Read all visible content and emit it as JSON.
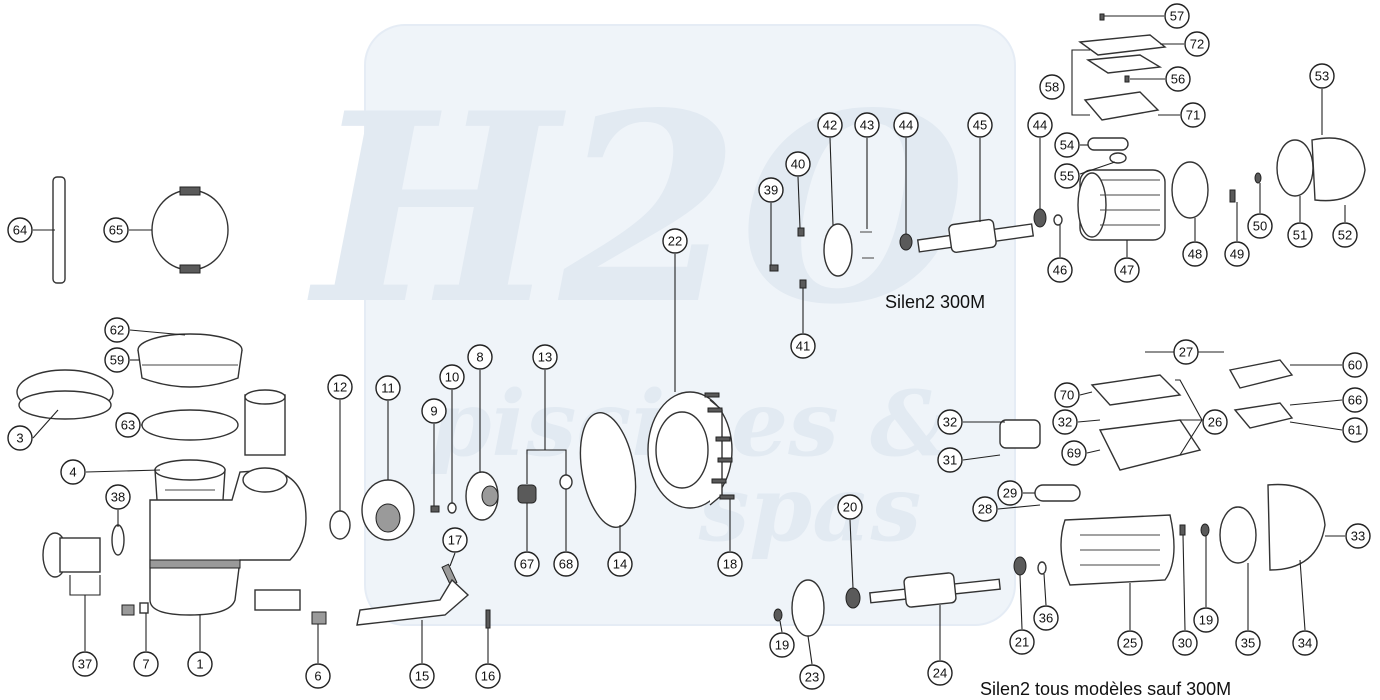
{
  "watermark": {
    "logo_text": "H2O",
    "line1": "piscines &",
    "line2": "spas",
    "color": "#e3ebf4"
  },
  "captions": {
    "silen2_300m": "Silen2 300M",
    "silen2_others": "Silen2 tous modèles sauf 300M"
  },
  "part_numbers": {
    "p64": "64",
    "p65": "65",
    "p62": "62",
    "p59": "59",
    "p3": "3",
    "p63": "63",
    "p4": "4",
    "p38": "38",
    "p37": "37",
    "p7": "7",
    "p1": "1",
    "p6": "6",
    "p12": "12",
    "p11": "11",
    "p9": "9",
    "p10": "10",
    "p8": "8",
    "p13": "13",
    "p67": "67",
    "p68": "68",
    "p14": "14",
    "p17": "17",
    "p15": "15",
    "p16": "16",
    "p22": "22",
    "p18": "18",
    "p39": "39",
    "p40": "40",
    "p42": "42",
    "p43": "43",
    "p41": "41",
    "p44a": "44",
    "p45": "45",
    "p44b": "44",
    "p46": "46",
    "p47": "47",
    "p48": "48",
    "p49": "49",
    "p50": "50",
    "p51": "51",
    "p52": "52",
    "p53": "53",
    "p54": "54",
    "p55": "55",
    "p57": "57",
    "p72": "72",
    "p58": "58",
    "p56": "56",
    "p71": "71",
    "p27": "27",
    "p60": "60",
    "p70": "70",
    "p66": "66",
    "p32a": "32",
    "p32b": "32",
    "p26": "26",
    "p61": "61",
    "p31": "31",
    "p69": "69",
    "p29": "29",
    "p28": "28",
    "p33": "33",
    "p20": "20",
    "p19a": "19",
    "p23": "23",
    "p24": "24",
    "p21": "21",
    "p36": "36",
    "p25": "25",
    "p30": "30",
    "p19b": "19",
    "p35": "35",
    "p34": "34"
  }
}
